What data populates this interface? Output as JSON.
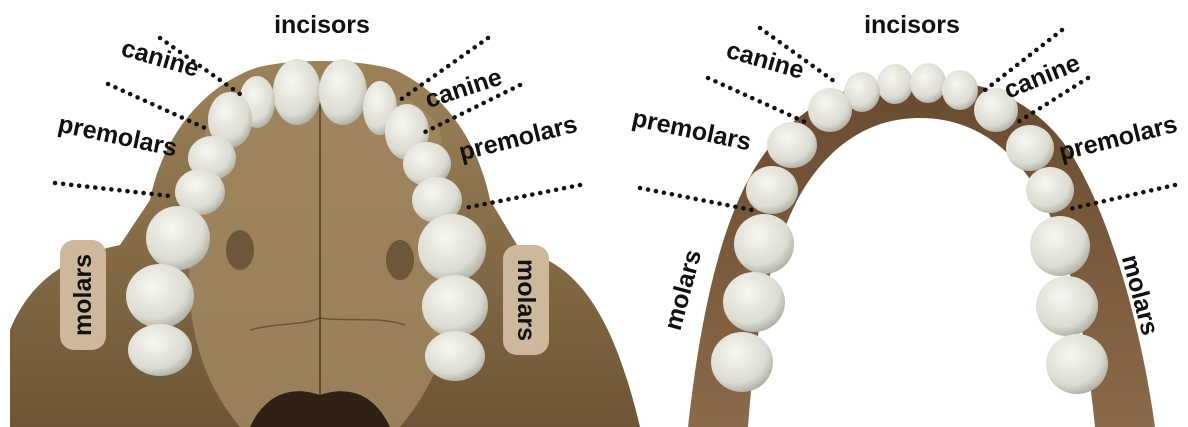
{
  "upper_jaw": {
    "labels": {
      "incisors": "incisors",
      "canine_left": "canine",
      "canine_right": "canine",
      "premolars_left": "premolars",
      "premolars_right": "premolars",
      "molars_left": "molars",
      "molars_right": "molars"
    }
  },
  "lower_jaw": {
    "labels": {
      "incisors": "incisors",
      "canine_left": "canine",
      "canine_right": "canine",
      "premolars_left": "premolars",
      "premolars_right": "premolars",
      "molars_left": "molars",
      "molars_right": "molars"
    }
  },
  "colors": {
    "bone": "#8a6e4a",
    "bone_dark": "#5a4328",
    "mandible": "#7a5a3c",
    "tooth": "#e6e6df",
    "tooth_shadow": "#a9aaa0",
    "label_text": "#111111",
    "molar_pill": "#cdb89b"
  }
}
